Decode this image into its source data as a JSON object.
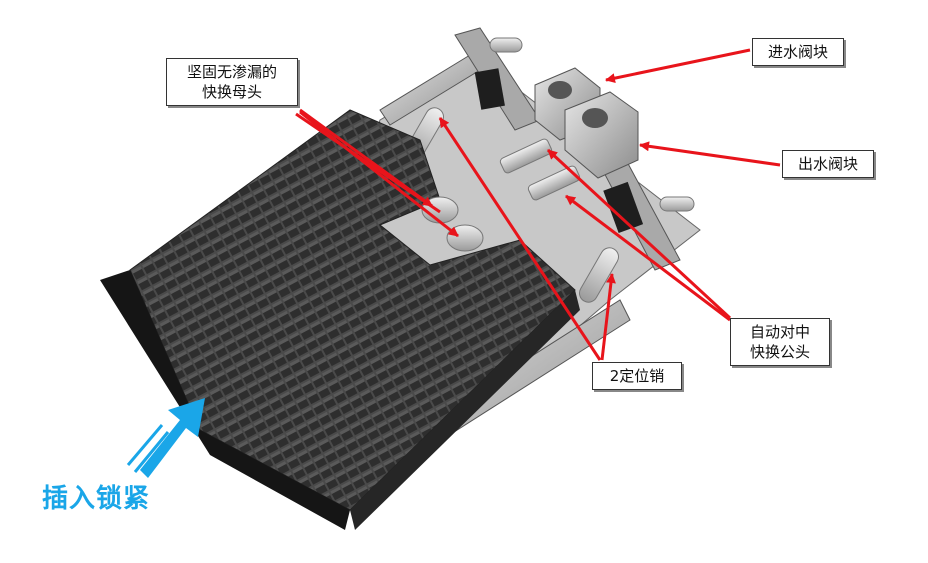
{
  "labels": {
    "female_coupler": [
      "坚固无渗漏的",
      "快换母头"
    ],
    "inlet_block": "进水阀块",
    "outlet_block": "出水阀块",
    "male_coupler": [
      "自动对中",
      "快换公头"
    ],
    "pins": "2定位销",
    "insert_lock": "插入锁紧"
  },
  "colors": {
    "arrow_red": "#e8141b",
    "insert_arrow_blue": "#1aa6e8",
    "cold_plate_dark": "#3c3c3c",
    "frame_gray": "#b4b4b4"
  }
}
